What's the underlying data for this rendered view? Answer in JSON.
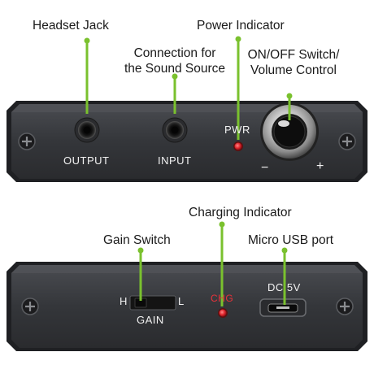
{
  "callouts": {
    "headset_jack": "Headset Jack",
    "sound_source_line1": "Connection for",
    "sound_source_line2": "the Sound Source",
    "power_indicator": "Power Indicator",
    "switch_line1": "ON/OFF Switch/",
    "switch_line2": "Volume Control",
    "charging_indicator": "Charging Indicator",
    "gain_switch": "Gain Switch",
    "micro_usb": "Micro USB port"
  },
  "top_panel": {
    "output_label": "OUTPUT",
    "input_label": "INPUT",
    "pwr_label": "PWR",
    "minus_label": "−",
    "plus_label": "+"
  },
  "bottom_panel": {
    "gain_h_label": "H",
    "gain_l_label": "L",
    "gain_label": "GAIN",
    "chg_label": "CHG",
    "dc_label": "DC 5V"
  },
  "colors": {
    "leader": "#7ac12e",
    "panel": "#3b3d41",
    "led_red": "#e0252c"
  }
}
